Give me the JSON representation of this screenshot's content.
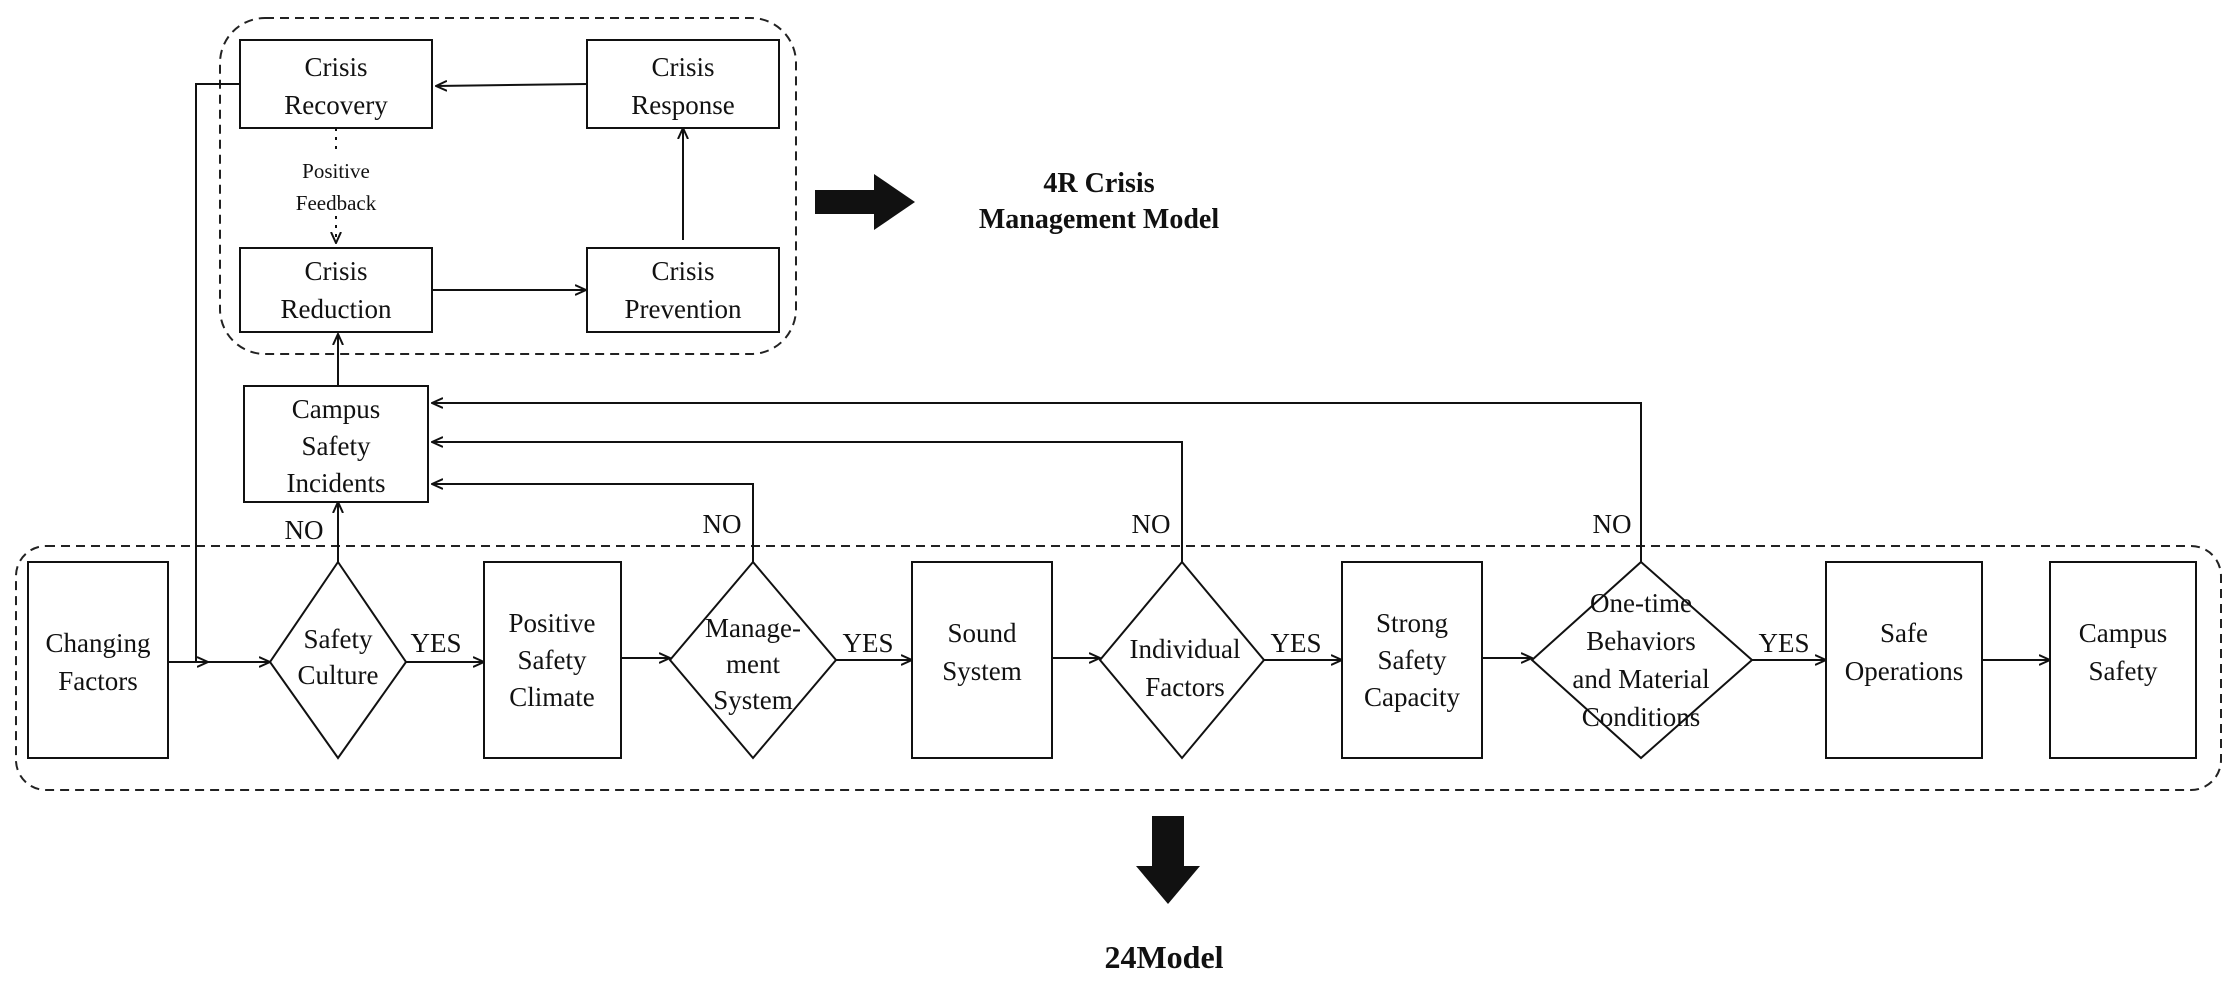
{
  "top_group": {
    "recovery": [
      "Crisis",
      "Recovery"
    ],
    "response": [
      "Crisis",
      "Response"
    ],
    "reduction": [
      "Crisis",
      "Reduction"
    ],
    "prevention": [
      "Crisis",
      "Prevention"
    ],
    "feedback": [
      "Positive",
      "Feedback"
    ]
  },
  "model_4r": [
    "4R Crisis",
    "Management Model"
  ],
  "incidents": [
    "Campus",
    "Safety",
    "Incidents"
  ],
  "flow": {
    "changing": [
      "Changing",
      "Factors"
    ],
    "safety_culture": [
      "Safety",
      "Culture"
    ],
    "positive_climate": [
      "Positive",
      "Safety",
      "Climate"
    ],
    "management": [
      "Manage-",
      "ment",
      "System"
    ],
    "sound_system": [
      "Sound",
      "System"
    ],
    "individual": [
      "Individual",
      "Factors"
    ],
    "capacity": [
      "Strong",
      "Safety",
      "Capacity"
    ],
    "onetime": [
      "One-time",
      "Behaviors",
      "and Material",
      "Conditions"
    ],
    "safe_operations": [
      "Safe",
      "Operations"
    ],
    "campus_safety": [
      "Campus",
      "Safety"
    ]
  },
  "labels": {
    "yes": "YES",
    "no": "NO"
  },
  "model_24": "24Model"
}
